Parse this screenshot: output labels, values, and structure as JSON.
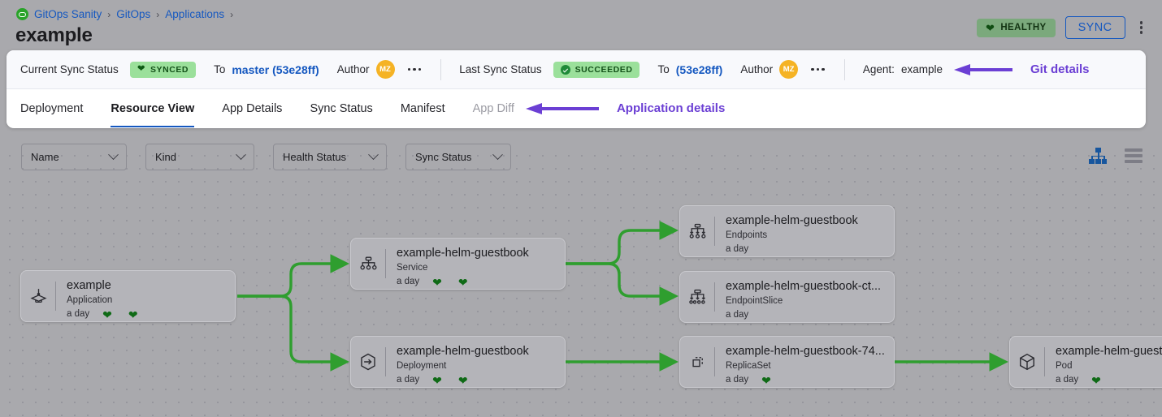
{
  "breadcrumb": {
    "logo_icon": "gitops-logo-icon",
    "items": [
      {
        "label": "GitOps Sanity"
      },
      {
        "label": "GitOps"
      },
      {
        "label": "Applications"
      }
    ],
    "separator": "›"
  },
  "header": {
    "title": "example",
    "health_badge": {
      "label": "HEALTHY",
      "icon": "heart-icon",
      "color": "#7ba97c"
    },
    "sync_button": {
      "label": "SYNC",
      "color": "#1558c0"
    },
    "overflow_icon": "kebab-menu-icon"
  },
  "sync_bar": {
    "current": {
      "label": "Current Sync Status",
      "status": "SYNCED",
      "status_icon": "heart-icon",
      "to_label": "To",
      "revision": "master (53e28ff)",
      "author_label": "Author",
      "author_initials": "MZ",
      "more_icon": "ellipsis-icon"
    },
    "last": {
      "label": "Last Sync Status",
      "status": "SUCCEEDED",
      "status_icon": "check-circle-icon",
      "to_label": "To",
      "revision": "(53e28ff)",
      "author_label": "Author",
      "author_initials": "MZ",
      "more_icon": "ellipsis-icon"
    },
    "agent": {
      "label": "Agent:",
      "value": "example"
    },
    "annotation": {
      "text": "Git details",
      "color": "#6b3fd4",
      "icon": "left-arrow-annotation"
    }
  },
  "tabs": {
    "items": [
      {
        "label": "Deployment",
        "active": false,
        "muted": false
      },
      {
        "label": "Resource View",
        "active": true,
        "muted": false
      },
      {
        "label": "App Details",
        "active": false,
        "muted": false
      },
      {
        "label": "Sync Status",
        "active": false,
        "muted": false
      },
      {
        "label": "Manifest",
        "active": false,
        "muted": false
      },
      {
        "label": "App Diff",
        "active": false,
        "muted": true
      }
    ],
    "annotation": {
      "text": "Application details",
      "color": "#6b3fd4",
      "icon": "left-arrow-annotation"
    }
  },
  "filters": {
    "selects": [
      {
        "label": "Name",
        "icon": "chevron-down-icon"
      },
      {
        "label": "Kind",
        "icon": "chevron-down-icon"
      },
      {
        "label": "Health Status",
        "icon": "chevron-down-icon"
      },
      {
        "label": "Sync Status",
        "icon": "chevron-down-icon"
      }
    ],
    "view_toggles": [
      {
        "icon": "tree-view-icon",
        "active": true,
        "color": "#17569e"
      },
      {
        "icon": "list-view-icon",
        "active": false,
        "color": "#7d7d86"
      }
    ]
  },
  "graph": {
    "edge_color": "#2f9e2f",
    "nodes": [
      {
        "id": "app",
        "name": "example",
        "kind": "Application",
        "age": "a day",
        "icon": "application-icon",
        "health_icon": "heart-icon",
        "sync_icon": "heart-icon",
        "hearts": 2
      },
      {
        "id": "service",
        "name": "example-helm-guestbook",
        "kind": "Service",
        "age": "a day",
        "icon": "service-icon",
        "health_icon": "heart-icon",
        "sync_icon": "heart-icon",
        "hearts": 2
      },
      {
        "id": "deployment",
        "name": "example-helm-guestbook",
        "kind": "Deployment",
        "age": "a day",
        "icon": "deployment-icon",
        "health_icon": "heart-icon",
        "sync_icon": "heart-icon",
        "hearts": 2
      },
      {
        "id": "endpoints",
        "name": "example-helm-guestbook",
        "kind": "Endpoints",
        "age": "a day",
        "icon": "endpoints-icon",
        "hearts": 0
      },
      {
        "id": "epslice",
        "name": "example-helm-guestbook-ct...",
        "kind": "EndpointSlice",
        "age": "a day",
        "icon": "endpointslice-icon",
        "hearts": 0
      },
      {
        "id": "replicaset",
        "name": "example-helm-guestbook-74...",
        "kind": "ReplicaSet",
        "age": "a day",
        "icon": "replicaset-icon",
        "health_icon": "heart-icon",
        "hearts": 1
      },
      {
        "id": "pod",
        "name": "example-helm-guest",
        "kind": "Pod",
        "age": "a day",
        "icon": "pod-icon",
        "health_icon": "heart-icon",
        "hearts": 1
      }
    ]
  }
}
